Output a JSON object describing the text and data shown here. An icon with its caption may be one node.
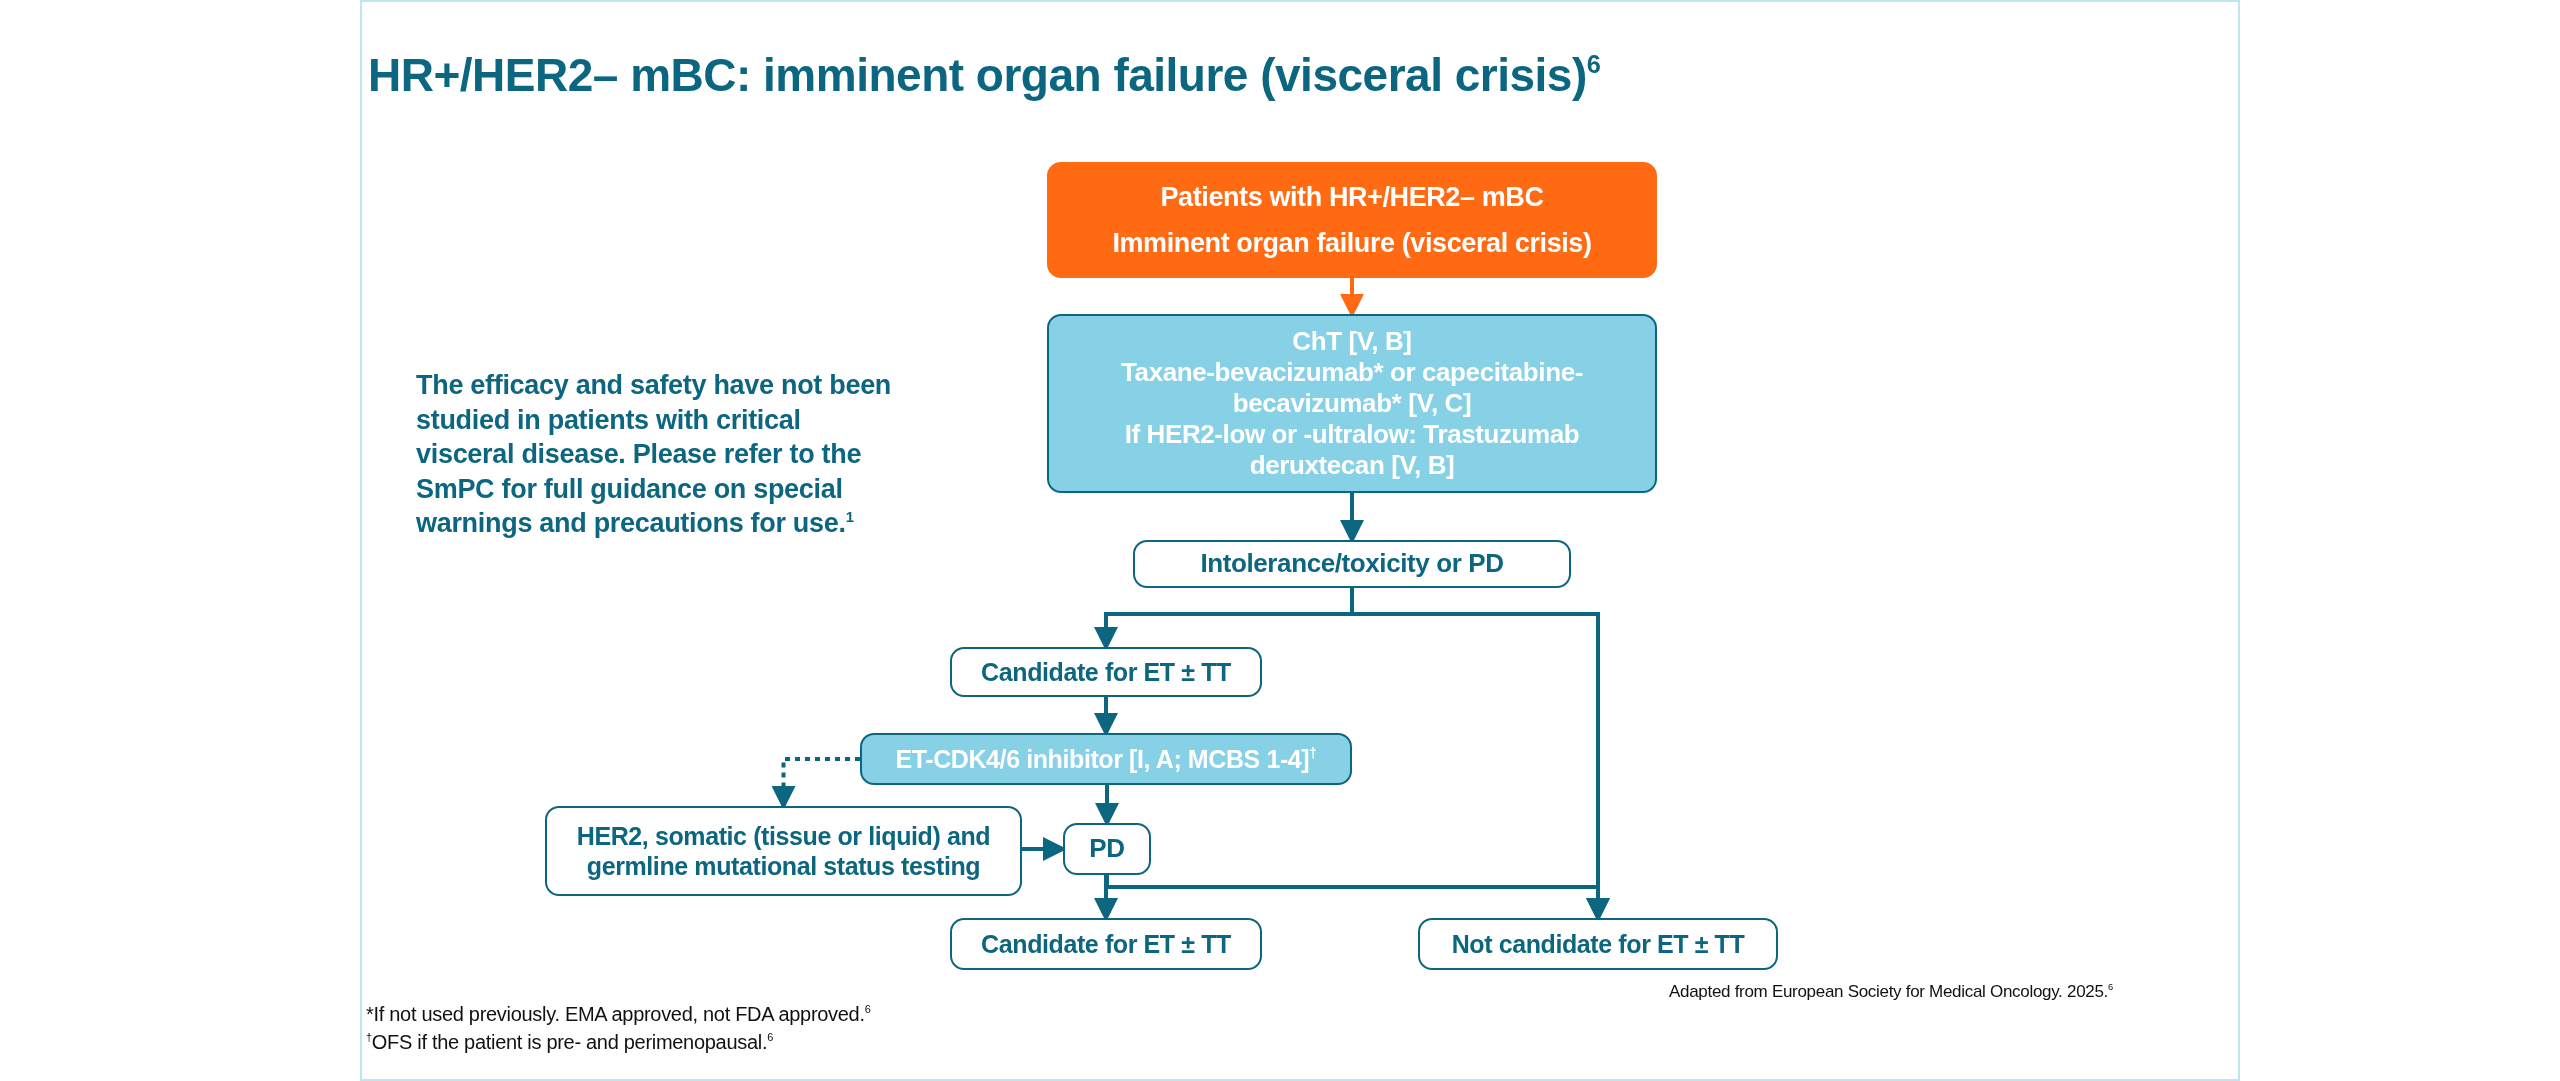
{
  "diagram": {
    "title": "HR+/HER2– mBC: imminent organ failure (visceral crisis)$^{6}$",
    "nodes": [
      {
        "text": [
          "Patients with HR+/HER2– mBC",
          "Imminent organ failure (visceral crisis)"
        ]
      },
      {
        "text": [
          "ChT [V, B]",
          "Taxane-bevacizumab* or capecitabine-becavizumab* [V, C]",
          "If HER2-low or -ultralow: Trastuzumab deruxtecan [V, B]"
        ]
      },
      {
        "text": [
          "Intolerance/toxicity or PD"
        ]
      },
      {
        "text": [
          "Candidate for ET ± TT"
        ]
      },
      {
        "text": [
          "ET-CDK4/6 inhibitor [I, A; MCBS 1-4]$^{†}$"
        ]
      },
      {
        "text": [
          "HER2, somatic (tissue or liquid) and germline mutational status testing"
        ]
      },
      {
        "text": [
          "PD"
        ]
      },
      {
        "text": [
          "Candidate for ET ± TT"
        ]
      },
      {
        "text": [
          "Not candidate for ET ± TT"
        ]
      }
    ],
    "edges": [
      {
        "from": 0,
        "to": 1,
        "arrow": "to",
        "color": "#ff6a13"
      },
      {
        "from": 1,
        "to": 2,
        "arrow": "to"
      },
      {
        "from": 2,
        "to": 3,
        "arrow": "to"
      },
      {
        "from": 2,
        "to": 8,
        "arrow": "to"
      },
      {
        "from": 3,
        "to": 4,
        "arrow": "to"
      },
      {
        "from": 4,
        "to": 5,
        "arrow": "to",
        "style": "dashed"
      },
      {
        "from": 4,
        "to": 6,
        "arrow": "to"
      },
      {
        "from": 5,
        "to": 6,
        "arrow": "to"
      },
      {
        "from": 6,
        "to": 7,
        "arrow": "to"
      },
      {
        "from": 6,
        "to": 8,
        "arrow": "to"
      }
    ],
    "labels": [
      "The efficacy and safety have not been studied in patients with critical visceral disease. Please refer to the SmPC for full guidance on special warnings and precautions for use.$^{1}$",
      "Adapted from European Society for Medical Oncology. 2025.$^{6}$",
      "*If not used previously. EMA approved, not FDA approved.$^{6}$",
      "$^{†}$OFS if the patient is pre- and perimenopausal.$^{6}$"
    ]
  }
}
